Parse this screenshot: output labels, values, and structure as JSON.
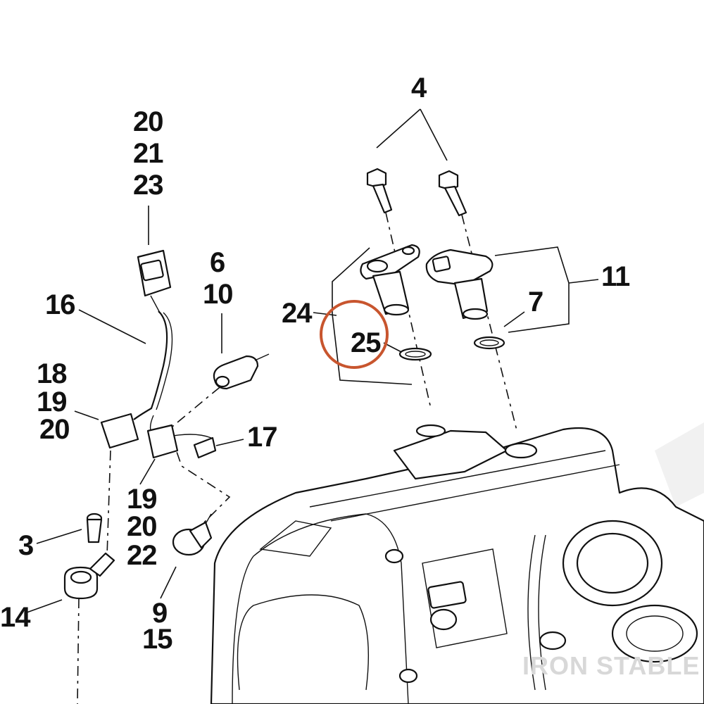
{
  "callouts": {
    "c4": "4",
    "c20a": "20",
    "c21": "21",
    "c23": "23",
    "c16": "16",
    "c6": "6",
    "c10": "10",
    "c24": "24",
    "c25": "25",
    "c7": "7",
    "c11": "11",
    "c18": "18",
    "c19a": "19",
    "c20b": "20",
    "c17": "17",
    "c19b": "19",
    "c20c": "20",
    "c22": "22",
    "c3": "3",
    "c14": "14",
    "c9": "9",
    "c15": "15"
  },
  "highlight": {
    "target": "25",
    "color": "#c8552e"
  },
  "watermark": "IRON STABLE"
}
